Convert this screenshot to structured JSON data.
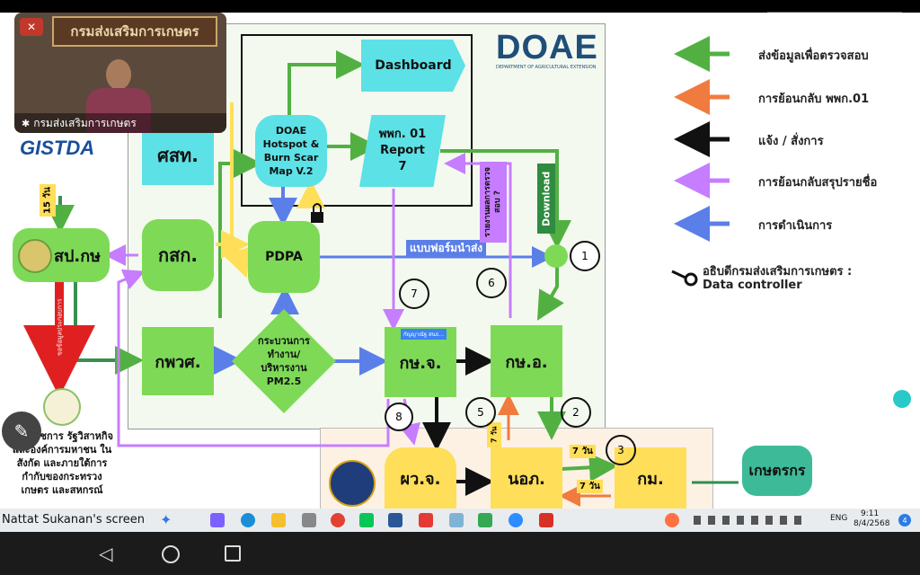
{
  "webcam": {
    "org_sign": "กรมส่งเสริมการเกษตร",
    "participant_name": "กรมส่งเสริมการเกษตร",
    "mic_icon": "mic-off-icon",
    "pin_icon": "pin-icon"
  },
  "logos": {
    "gistda": "GISTDA",
    "doae_big": "DOAE",
    "doae_sub": "DEPARTMENT OF AGRICULTURAL EXTENSION"
  },
  "nodes": {
    "dashboard": "Dashboard",
    "hotspot": "DOAE Hotspot & Burn Scar Map V.2",
    "report": "พพก. 01 Report 7",
    "sasoh": "ศสท.",
    "sopok": "สป.กษ",
    "kasok": "กสก.",
    "pdpa": "PDPA",
    "kpws": "กพวศ.",
    "process": "กระบวนการทำงาน/ บริหารงาน PM2.5",
    "kshj": "กษ.จ.",
    "ksho": "กษ.อ.",
    "pwj": "ผว.จ.",
    "nopor": "นอภ.",
    "kam": "กม.",
    "farmer": "เกษตรกร",
    "ministry_text": "ส่วนราชการ รัฐวิสาหกิจ และองค์การมหาชน ในสังกัด และภายใต้การกำกับของกระทรวงเกษตร และสหกรณ์"
  },
  "labels": {
    "days15": "15 วัน",
    "days7a": "7 วัน",
    "days7b": "7 วัน",
    "days7c": "7 วัน",
    "form": "แบบฟอร์มนำส่ง",
    "download": "Download",
    "report_vertical": "รายงานผลการตรวจสอบ ?",
    "red_vertical": "ขอข้อมูลประกอบการ",
    "kshj_note": "กัญญาณัฐ สนธ...",
    "num1": "1",
    "num2": "2",
    "num3": "3",
    "num5": "5",
    "num6": "6",
    "num7": "7",
    "num8": "8"
  },
  "legend": [
    {
      "color": "#52b043",
      "label": "ส่งข้อมูลเพื่อตรวจสอบ"
    },
    {
      "color": "#f07b3f",
      "label": "การย้อนกลับ พพก.01"
    },
    {
      "color": "#111111",
      "label": "แจ้ง / สั่งการ"
    },
    {
      "color": "#c77dff",
      "label": "การย้อนกลับสรุปรายชื่อ"
    },
    {
      "color": "#5b7fe8",
      "label": "การดำเนินการ"
    }
  ],
  "key_legend": {
    "line1": "อธิบดีกรมส่งเสริมการเกษตร :",
    "line2": "Data controller"
  },
  "share_label": "Nattat Sukanan's screen",
  "taskbar": {
    "time": "9:11",
    "date": "8/4/2568",
    "lang": "ENG",
    "notif_count": "4"
  },
  "colors": {
    "green": "#7ed957",
    "cyan": "#5ce1e6",
    "yellow": "#ffde59",
    "teal": "#3dbb98"
  }
}
